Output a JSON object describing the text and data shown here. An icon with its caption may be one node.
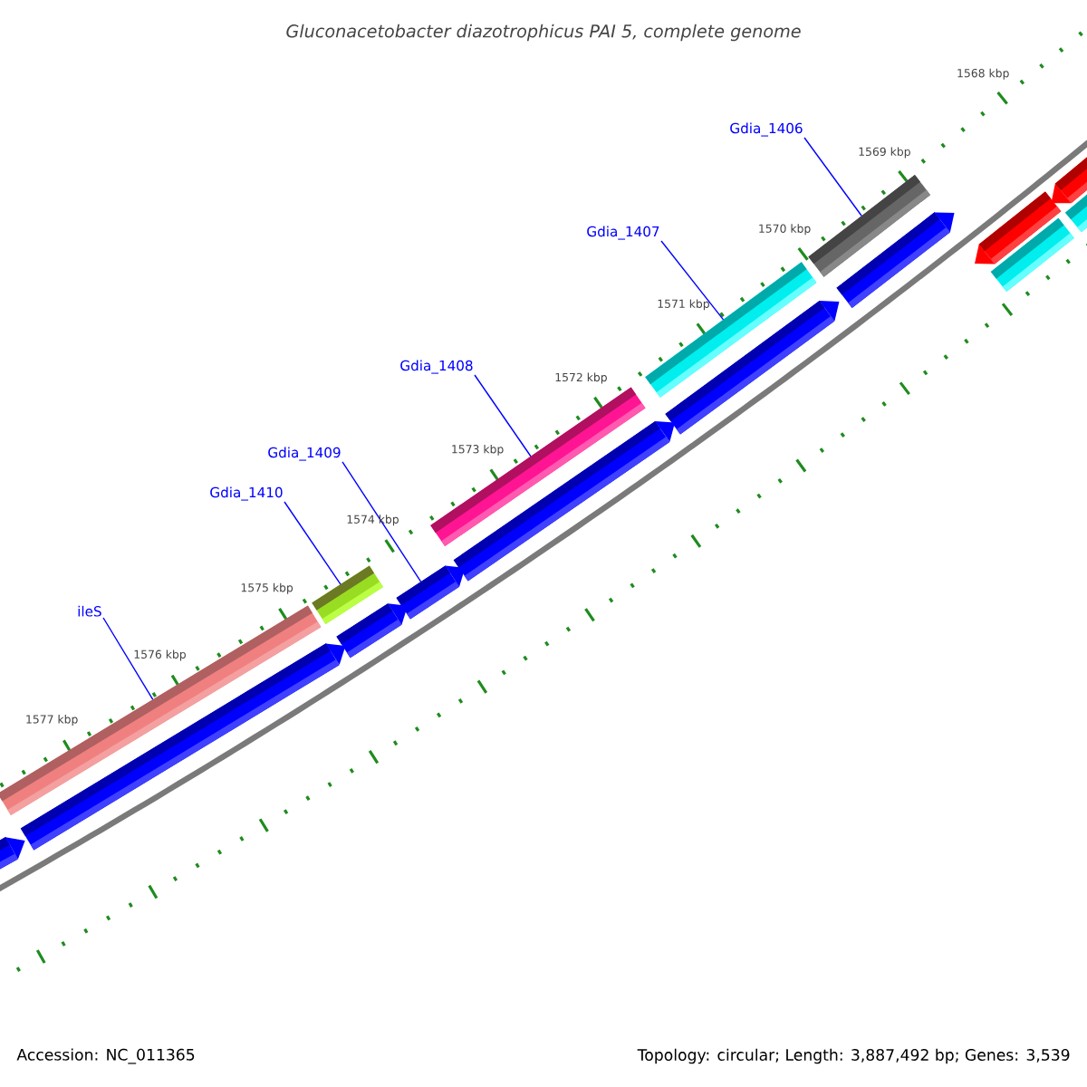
{
  "diagram": {
    "title": "Gluconacetobacter diazotrophicus PAI 5, complete genome",
    "nodes": [
      {
        "text": [
          "Gdia_1406"
        ]
      },
      {
        "text": [],
        "shape": "bar"
      },
      {
        "text": [
          "Gdia_1407"
        ]
      },
      {
        "text": [],
        "shape": "bar"
      },
      {
        "text": [
          "Gdia_1408"
        ]
      },
      {
        "text": [],
        "shape": "bar"
      },
      {
        "text": [
          "Gdia_1409"
        ]
      },
      {
        "text": [],
        "shape": "arrow"
      },
      {
        "text": [
          "Gdia_1410"
        ]
      },
      {
        "text": [],
        "shape": "bar"
      },
      {
        "text": [
          "ileS"
        ]
      },
      {
        "text": [],
        "shape": "bar"
      },
      {
        "text": [],
        "shape": "arrow"
      },
      {
        "text": [],
        "shape": "arrow"
      },
      {
        "text": [],
        "shape": "arrow"
      },
      {
        "text": [],
        "shape": "arrow"
      },
      {
        "text": [],
        "shape": "arrow"
      },
      {
        "text": [],
        "shape": "arrow"
      },
      {
        "text": [],
        "shape": "arrow"
      },
      {
        "text": [],
        "shape": "bar"
      },
      {
        "text": [],
        "shape": "arrow"
      },
      {
        "text": [],
        "shape": "bar"
      }
    ],
    "edges": [
      {
        "from": 0,
        "to": 1,
        "arrow": "none"
      },
      {
        "from": 2,
        "to": 3,
        "arrow": "none"
      },
      {
        "from": 4,
        "to": 5,
        "arrow": "none"
      },
      {
        "from": 6,
        "to": 7,
        "arrow": "none"
      },
      {
        "from": 8,
        "to": 9,
        "arrow": "none"
      },
      {
        "from": 10,
        "to": 11,
        "arrow": "none"
      }
    ],
    "labels": [
      "1568 kbp",
      "1569 kbp",
      "1570 kbp",
      "1571 kbp",
      "1572 kbp",
      "1573 kbp",
      "1574 kbp",
      "1575 kbp",
      "1576 kbp",
      "1577 kbp",
      "Accession: NC_011365",
      "Topology: circular; Length: 3,887,492 bp; Genes: 3,539"
    ]
  }
}
